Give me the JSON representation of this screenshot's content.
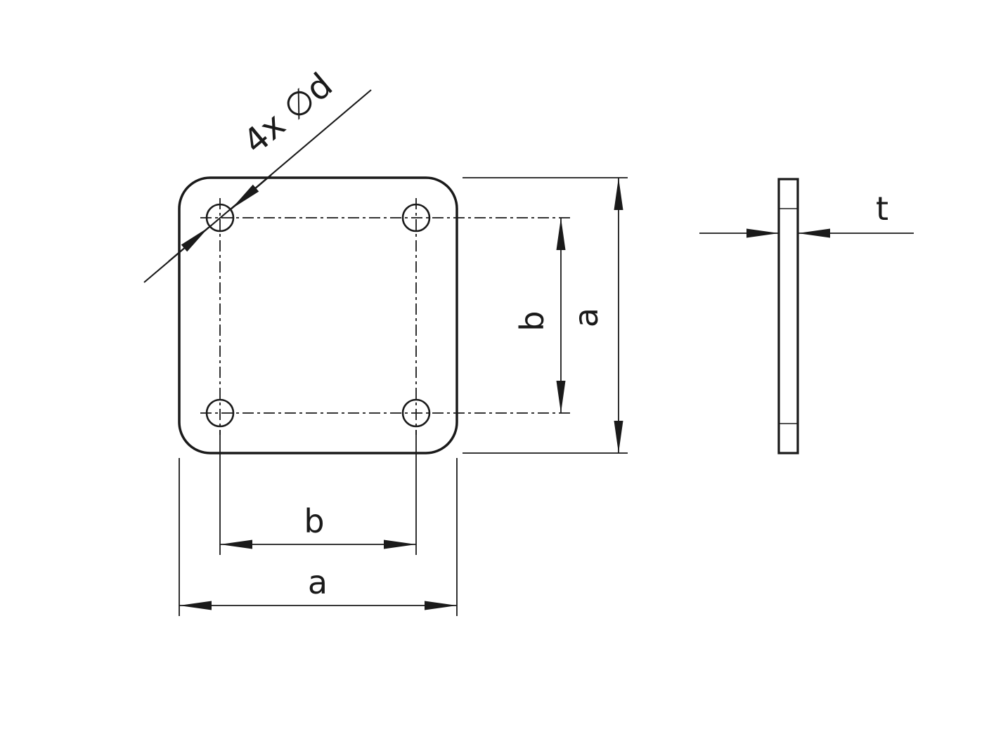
{
  "drawing": {
    "colors": {
      "line": "#1a1a1a",
      "background": "#ffffff"
    },
    "front_view": {
      "hole_callout": "4x ∅d",
      "hole_spacing_vertical_label": "b",
      "plate_height_label": "a",
      "hole_spacing_horizontal_label": "b",
      "plate_width_label": "a"
    },
    "side_view": {
      "thickness_label": "t"
    }
  }
}
